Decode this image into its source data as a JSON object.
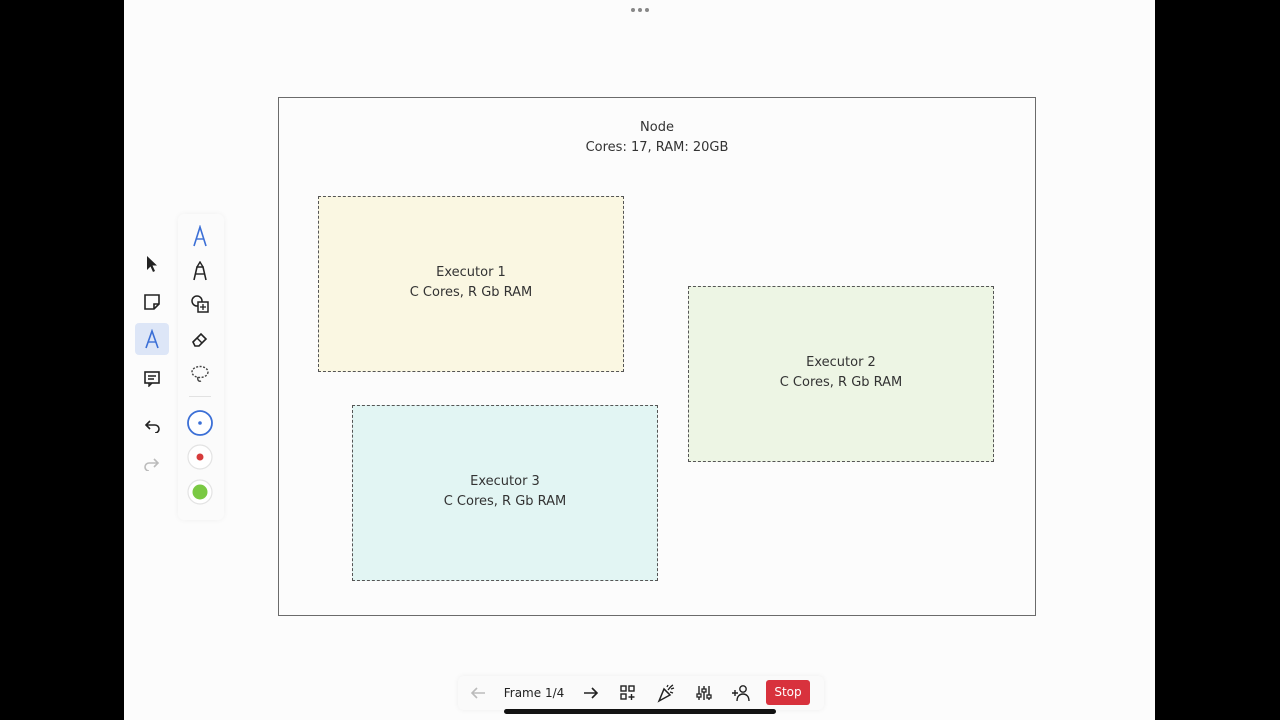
{
  "diagram": {
    "node": {
      "title": "Node",
      "subtitle": "Cores: 17, RAM: 20GB"
    },
    "executors": [
      {
        "title": "Executor 1",
        "subtitle": "C Cores, R Gb RAM",
        "fill": "#faf7e2"
      },
      {
        "title": "Executor 2",
        "subtitle": "C Cores, R Gb RAM",
        "fill": "#edf5e4"
      },
      {
        "title": "Executor 3",
        "subtitle": "C Cores, R Gb RAM",
        "fill": "#e2f5f3"
      }
    ]
  },
  "toolbar": {
    "left": [
      "select-tool",
      "sticky-note-tool",
      "pen-tool",
      "comment-tool",
      "undo",
      "redo"
    ],
    "right": [
      "pen-blue",
      "marker",
      "shapes",
      "eraser",
      "lasso",
      "color-blue",
      "color-red",
      "color-green"
    ],
    "colors": {
      "blue": "#3b6fd6",
      "red": "#d63b3b",
      "green": "#7ac943"
    }
  },
  "presentation": {
    "frame_label": "Frame 1/4",
    "stop_label": "Stop",
    "stop_color": "#d8323d"
  }
}
